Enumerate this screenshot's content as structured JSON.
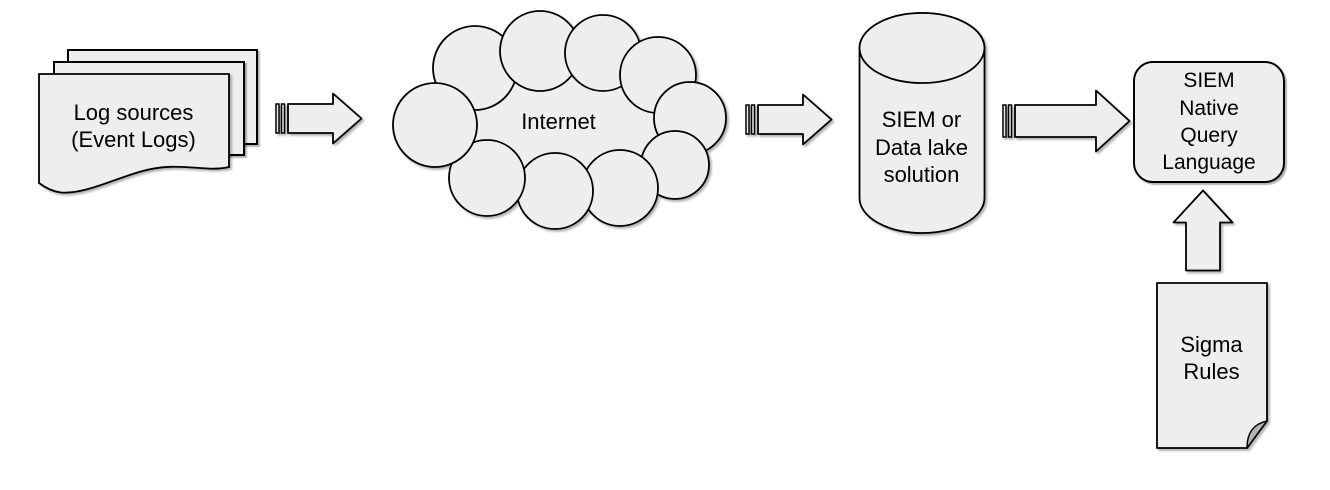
{
  "diagram": {
    "type": "flow-diagram",
    "nodes": {
      "log_sources": {
        "label": "Log sources\n(Event Logs)",
        "shape": "document-stack"
      },
      "internet": {
        "label": "Internet",
        "shape": "cloud"
      },
      "siem_storage": {
        "label": "SIEM or\nData lake\nsolution",
        "shape": "cylinder"
      },
      "query_language": {
        "label": "SIEM\nNative\nQuery\nLanguage",
        "shape": "rounded-rectangle"
      },
      "sigma_rules": {
        "label": "Sigma\nRules",
        "shape": "note-folded-corner"
      }
    },
    "arrows": [
      {
        "name": "log-sources-to-internet",
        "type": "striped-arrow",
        "direction": "right"
      },
      {
        "name": "internet-to-siem-storage",
        "type": "striped-arrow",
        "direction": "right"
      },
      {
        "name": "siem-storage-to-query-language",
        "type": "striped-arrow",
        "direction": "right"
      },
      {
        "name": "sigma-rules-to-query-language",
        "type": "block-arrow",
        "direction": "up"
      }
    ],
    "colors": {
      "shape_fill": "#eeeeee",
      "stroke": "#000000",
      "fold_fill": "#b3b3b3",
      "background": "#ffffff"
    }
  }
}
